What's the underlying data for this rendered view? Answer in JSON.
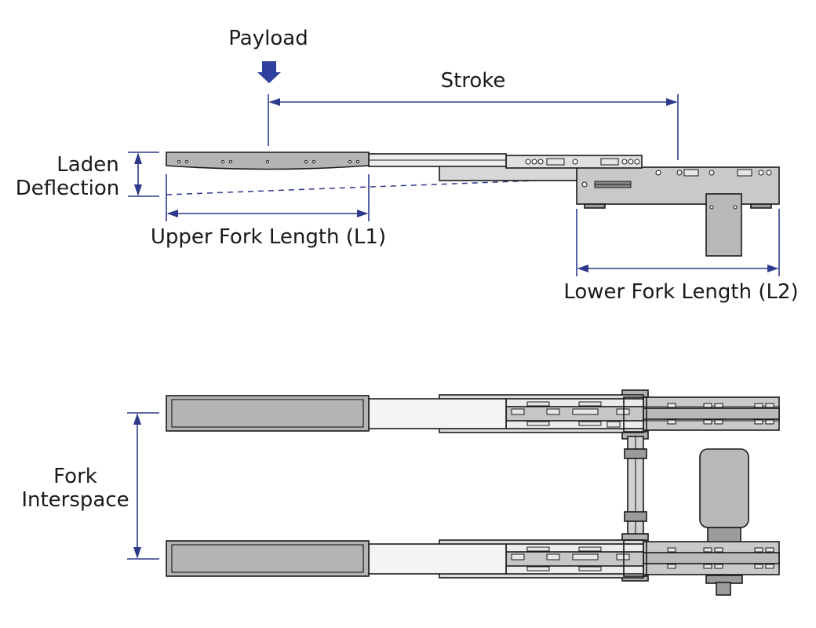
{
  "labels": {
    "payload": "Payload",
    "stroke": "Stroke",
    "laden_line1": "Laden",
    "laden_line2": "Deflection",
    "upper_fork": "Upper Fork Length (L1)",
    "lower_fork": "Lower Fork Length (L2)",
    "interspace_line1": "Fork",
    "interspace_line2": "Interspace"
  },
  "colors": {
    "dimension": "#2d3a8c",
    "payload_arrow": "#2e3f9e",
    "fork_fill": "#b4b4b4",
    "rail_fill": "#e4e4e4",
    "frame_fill": "#c9c9c9",
    "outline": "#1a1a1a"
  },
  "icons": {
    "payload_arrow": "arrow-down-icon"
  }
}
